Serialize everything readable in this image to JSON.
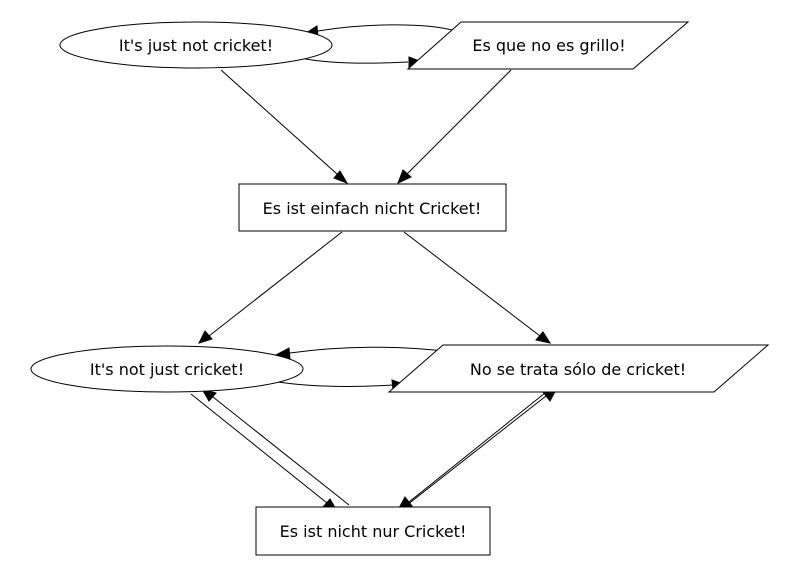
{
  "nodes": [
    {
      "id": "n1",
      "label": "It's just not cricket!",
      "shape": "ellipse"
    },
    {
      "id": "n2",
      "label": "Es que no es grillo!",
      "shape": "parallelogram"
    },
    {
      "id": "n3",
      "label": "Es ist einfach nicht Cricket!",
      "shape": "box"
    },
    {
      "id": "n4",
      "label": "It's not just cricket!",
      "shape": "ellipse"
    },
    {
      "id": "n5",
      "label": "No se trata sólo de cricket!",
      "shape": "parallelogram"
    },
    {
      "id": "n6",
      "label": "Es ist nicht nur Cricket!",
      "shape": "box"
    }
  ],
  "edges": [
    {
      "from": "n2",
      "to": "n1"
    },
    {
      "from": "n1",
      "to": "n2"
    },
    {
      "from": "n1",
      "to": "n3"
    },
    {
      "from": "n2",
      "to": "n3"
    },
    {
      "from": "n3",
      "to": "n4"
    },
    {
      "from": "n3",
      "to": "n5"
    },
    {
      "from": "n5",
      "to": "n4"
    },
    {
      "from": "n4",
      "to": "n5"
    },
    {
      "from": "n4",
      "to": "n6"
    },
    {
      "from": "n6",
      "to": "n4"
    },
    {
      "from": "n5",
      "to": "n6"
    },
    {
      "from": "n6",
      "to": "n5"
    }
  ]
}
